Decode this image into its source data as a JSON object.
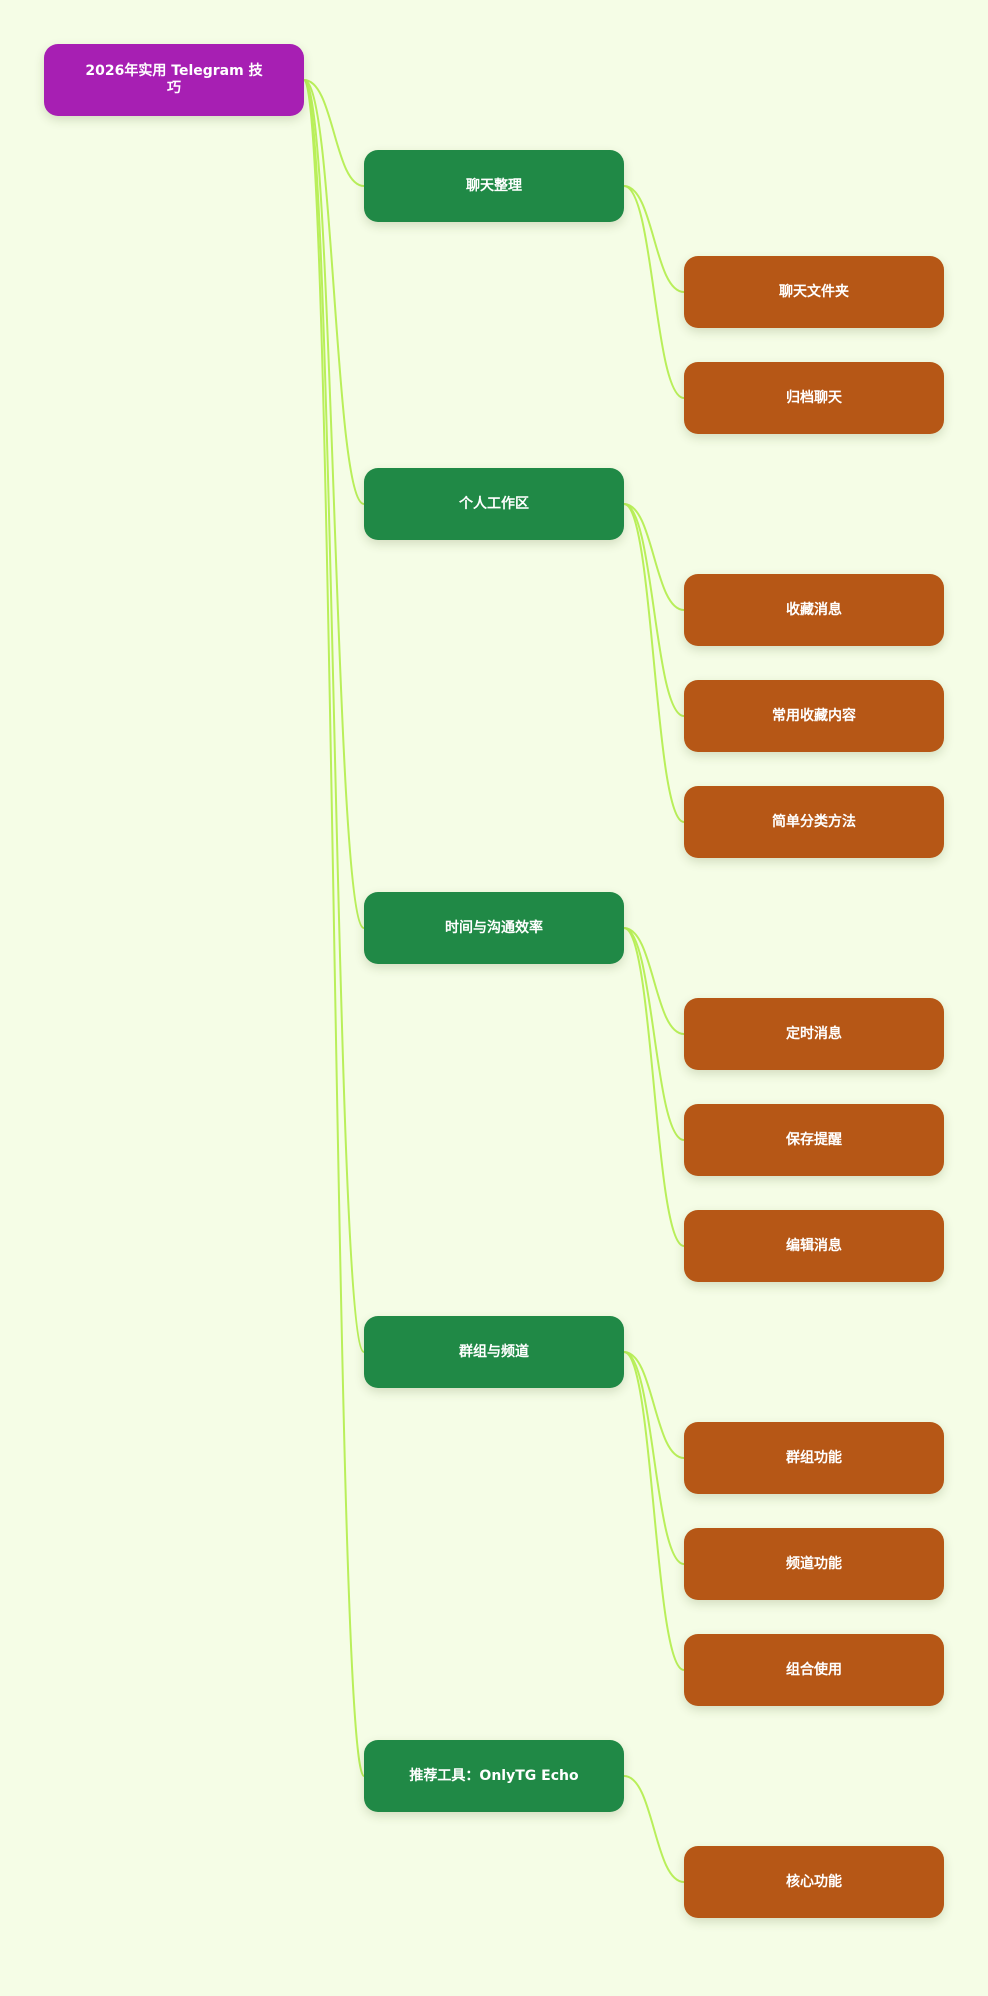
{
  "colors": {
    "background": "#f5fde6",
    "root": "#a71fb3",
    "level1": "#208946",
    "level2": "#b65716",
    "link": "#b9ef5a"
  },
  "root": {
    "label": "2026年实用 Telegram 技巧"
  },
  "branches": [
    {
      "label": "聊天整理",
      "children": [
        {
          "label": "聊天文件夹"
        },
        {
          "label": "归档聊天"
        }
      ]
    },
    {
      "label": "个人工作区",
      "children": [
        {
          "label": "收藏消息"
        },
        {
          "label": "常用收藏内容"
        },
        {
          "label": "简单分类方法"
        }
      ]
    },
    {
      "label": "时间与沟通效率",
      "children": [
        {
          "label": "定时消息"
        },
        {
          "label": "保存提醒"
        },
        {
          "label": "编辑消息"
        }
      ]
    },
    {
      "label": "群组与频道",
      "children": [
        {
          "label": "群组功能"
        },
        {
          "label": "频道功能"
        },
        {
          "label": "组合使用"
        }
      ]
    },
    {
      "label": "推荐工具：OnlyTG Echo",
      "children": [
        {
          "label": "核心功能"
        }
      ]
    }
  ]
}
